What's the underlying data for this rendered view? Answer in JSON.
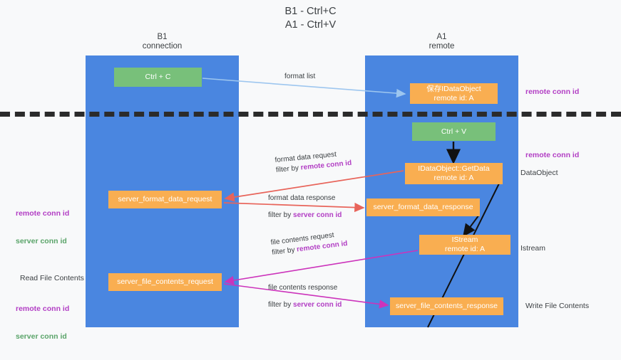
{
  "title": "B1 - Ctrl+C\nA1 - Ctrl+V",
  "lanes": [
    {
      "name": "b1",
      "header": "B1\nconnection"
    },
    {
      "name": "a1",
      "header": "A1\nremote"
    }
  ],
  "nodes": {
    "ctrl_c": "Ctrl + C",
    "save_idataobject": "保存IDataObject\nremote id: A",
    "ctrl_v": "Ctrl + V",
    "getdata": "IDataObject::GetData\nremote id: A",
    "server_format_data_request": "server_format_data_request",
    "server_format_data_response": "server_format_data_response",
    "istream": "IStream\nremote id: A",
    "server_file_contents_request": "server_file_contents_request",
    "server_file_contents_response": "server_file_contents_response"
  },
  "edges": {
    "format_list": "format list",
    "format_data_request": "format data request",
    "format_data_request_filter_prefix": "filter by ",
    "format_data_request_filter_key": "remote conn id",
    "format_data_response": "format data response",
    "format_data_response_filter_prefix": "filter by ",
    "format_data_response_filter_key": "server conn id",
    "file_contents_request": "file contents request",
    "file_contents_request_filter_prefix": "filter by ",
    "file_contents_request_filter_key": "remote conn id",
    "file_contents_response": "file contents response",
    "file_contents_response_filter_prefix": "filter by ",
    "file_contents_response_filter_key": "server conn id"
  },
  "annotations": {
    "remote_conn_id_top": "remote conn id",
    "remote_conn_id_mid": "remote conn id",
    "dataobject": "DataObject",
    "istream": "Istream",
    "write_file_contents": "Write File Contents",
    "read_file_contents": "Read File Contents",
    "legend_remote": "remote conn id",
    "legend_server": "server conn id"
  },
  "colors": {
    "lane": "#4a86e0",
    "green_node": "#78c07a",
    "orange_node": "#f9ae51",
    "remote_conn_id": "#b23ec4",
    "server_conn_id": "#5aa469",
    "format_arrow": "#e8645a",
    "file_arrow": "#cc33bb",
    "format_list_arrow": "#9dc6ef",
    "black_arrow": "#111111",
    "background": "#f8f9fa"
  }
}
